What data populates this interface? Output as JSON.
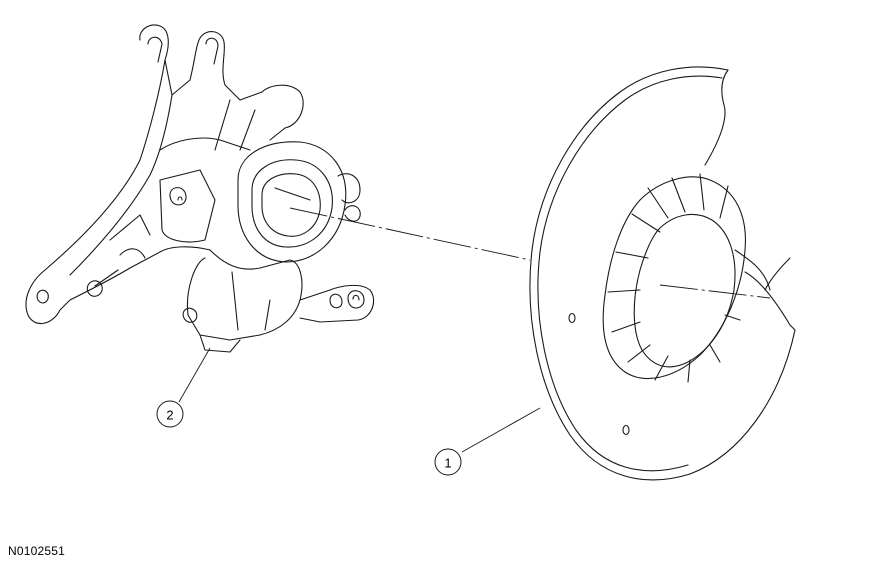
{
  "callouts": [
    {
      "number": "1",
      "part": "brake-disc-shield"
    },
    {
      "number": "2",
      "part": "wheel-knuckle"
    }
  ],
  "figure_id": "N0102551",
  "colors": {
    "line": "#1a1a1a",
    "background": "#ffffff"
  }
}
